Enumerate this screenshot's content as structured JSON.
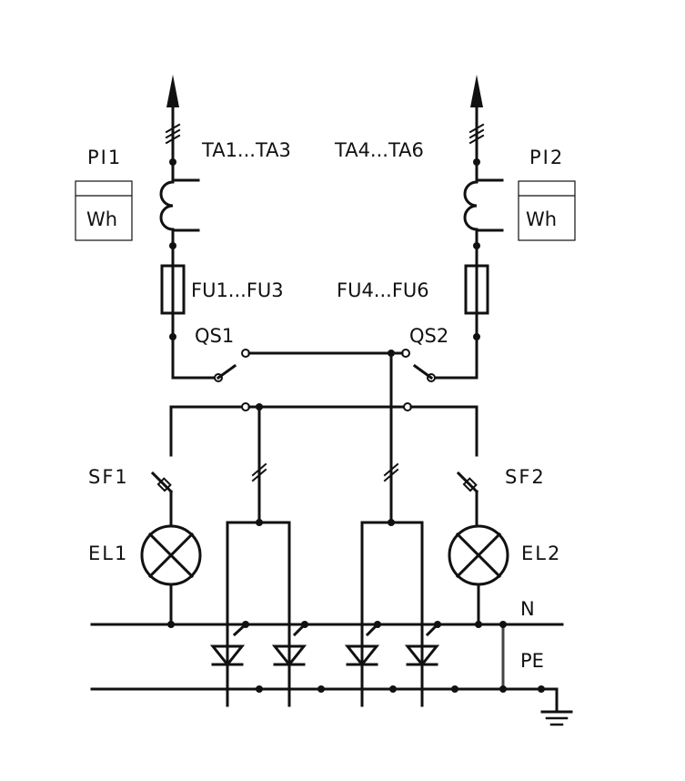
{
  "labels": {
    "meter_left": "PI1",
    "meter_right": "PI2",
    "meter_unit_left": "Wh",
    "meter_unit_right": "Wh",
    "ct_left": "TA1...TA3",
    "ct_right": "TA4...TA6",
    "fuse_left": "FU1...FU3",
    "fuse_right": "FU4...FU6",
    "switch_left": "QS1",
    "switch_right": "QS2",
    "breaker_left": "SF1",
    "breaker_right": "SF2",
    "lamp_left": "EL1",
    "lamp_right": "EL2",
    "bus_n": "N",
    "bus_pe": "PE"
  },
  "colors": {
    "line": "#111111",
    "background": "#ffffff"
  }
}
